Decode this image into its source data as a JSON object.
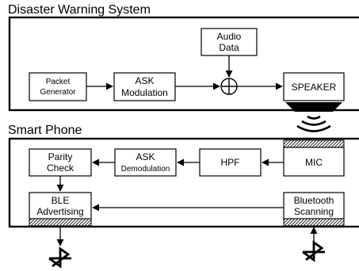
{
  "sections": {
    "top": "Disaster Warning System",
    "bottom": "Smart Phone"
  },
  "blocks": {
    "packet_generator": [
      "Packet",
      "Generator"
    ],
    "ask_modulation": [
      "ASK",
      "Modulation"
    ],
    "audio_data": [
      "Audio",
      "Data"
    ],
    "speaker": "SPEAKER",
    "parity_check": [
      "Parity",
      "Check"
    ],
    "ask_demodulation": [
      "ASK",
      "Demodulation"
    ],
    "hpf": "HPF",
    "mic": "MIC",
    "ble_advertising": [
      "BLE",
      "Advertising"
    ],
    "bluetooth_scanning": [
      "Bluetooth",
      "Scanning"
    ]
  },
  "icons": {
    "adder": "summing-junction-icon",
    "sound": "sound-waves-icon",
    "bluetooth": "bluetooth-icon"
  }
}
